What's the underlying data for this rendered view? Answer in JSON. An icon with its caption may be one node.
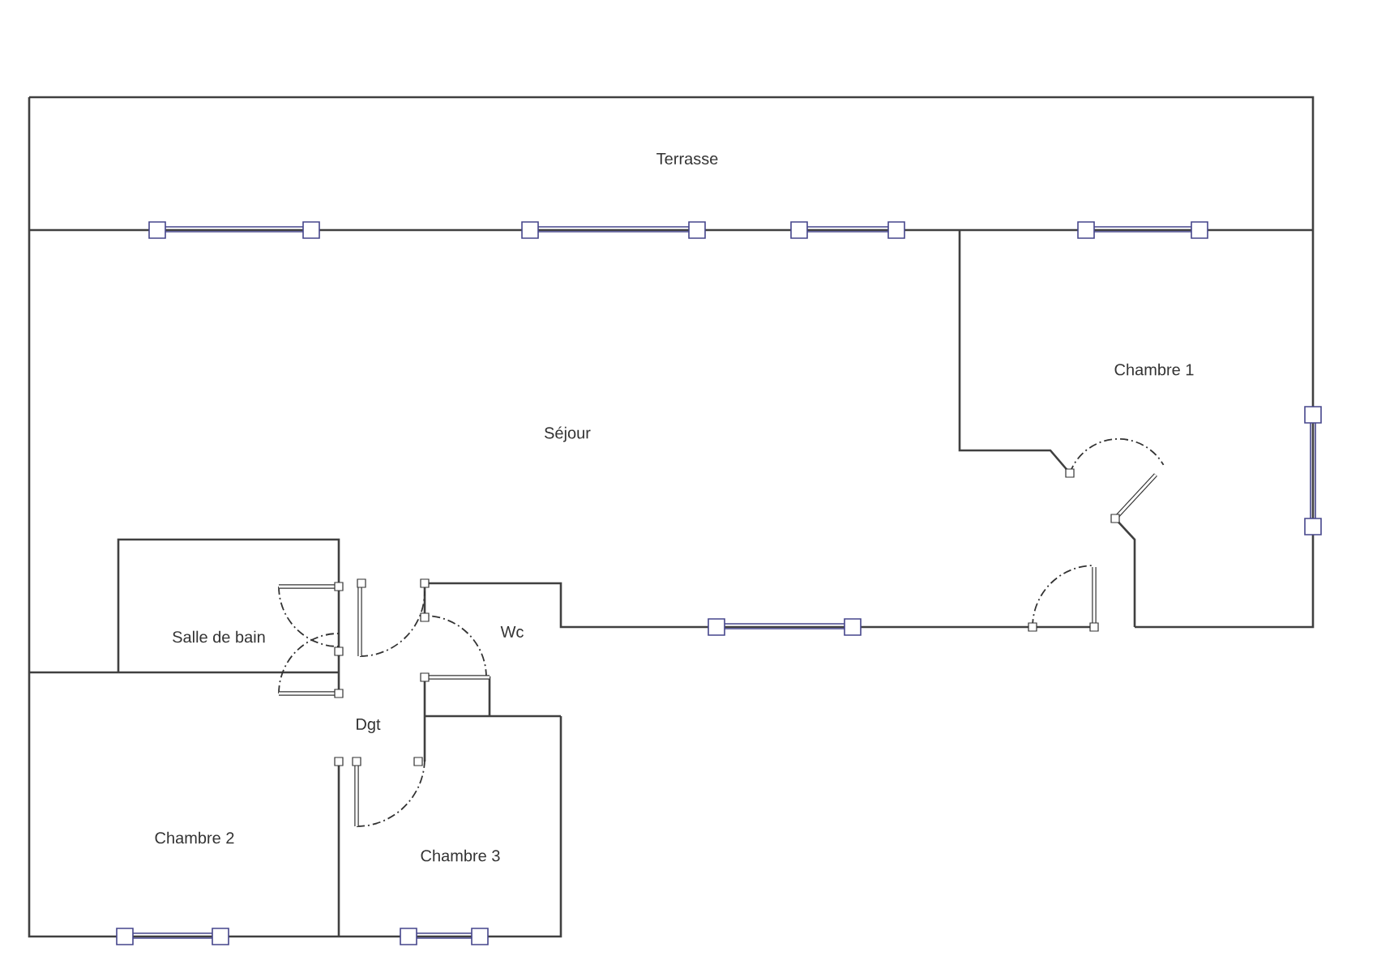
{
  "diagram": {
    "labels": [
      "Terrasse",
      "Chambre 1",
      "Séjour",
      "Salle de bain",
      "Wc",
      "Dgt",
      "Chambre 2",
      "Chambre 3"
    ]
  }
}
